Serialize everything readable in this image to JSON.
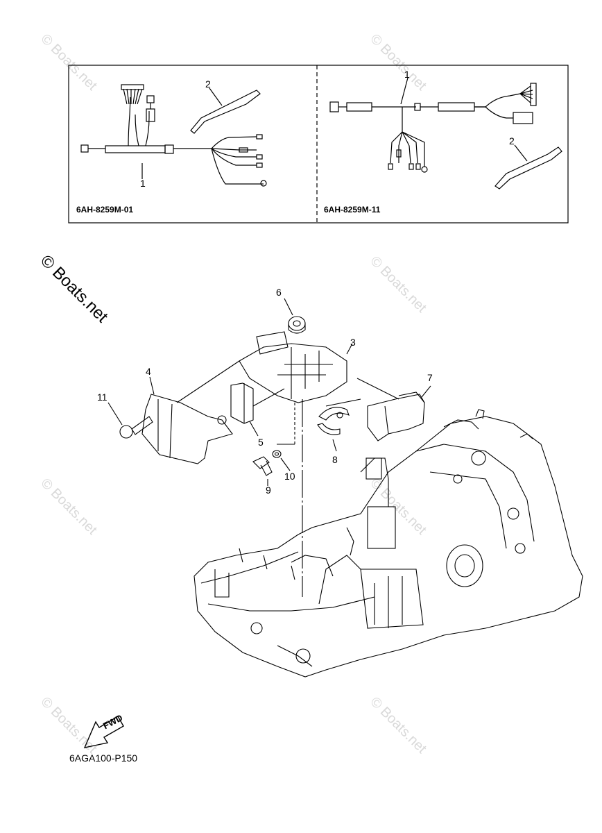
{
  "watermark": {
    "text": "© Boats.net",
    "large_text": "© Boats.net"
  },
  "inset": {
    "left_code": "6AH-8259M-01",
    "right_code": "6AH-8259M-11",
    "left_callouts": [
      "1",
      "2"
    ],
    "right_callouts": [
      "1",
      "2"
    ]
  },
  "callouts": [
    "3",
    "4",
    "5",
    "6",
    "7",
    "8",
    "9",
    "10",
    "11"
  ],
  "fwd_label": "FWD",
  "diagram_code": "6AGA100-P150"
}
